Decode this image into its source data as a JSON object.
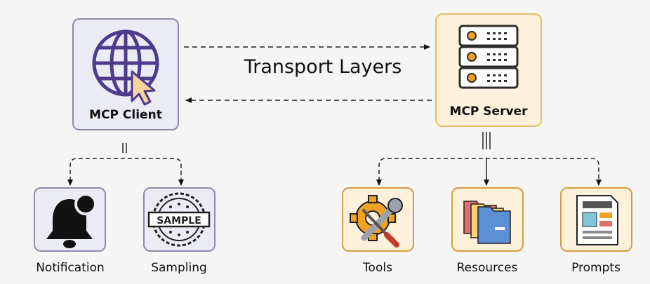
{
  "title": "Transport Layers",
  "client": {
    "label": "MCP Client",
    "children": [
      "Notification",
      "Sampling"
    ]
  },
  "server": {
    "label": "MCP Server",
    "children": [
      "Tools",
      "Resources",
      "Prompts"
    ]
  },
  "sample_stamp_text": "SAMPLE",
  "icons": {
    "client": "globe-cursor-icon",
    "server": "server-rack-icon",
    "notification": "bell-icon",
    "sampling": "sample-stamp-icon",
    "tools": "wrench-gear-icon",
    "resources": "folders-icon",
    "prompts": "document-icon"
  },
  "colors": {
    "client_accent": "#4e3b8c",
    "server_accent": "#e8a62c"
  }
}
